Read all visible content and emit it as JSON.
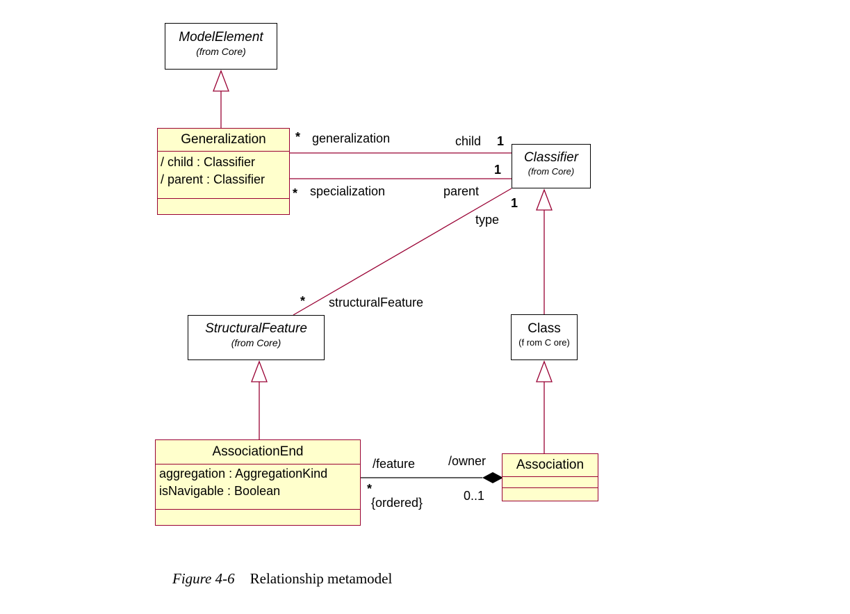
{
  "classes": {
    "model_element": {
      "name": "ModelElement",
      "stereo": "(from Core)"
    },
    "generalization": {
      "name": "Generalization",
      "attributes": [
        "/ child : Classifier",
        "/ parent : Classifier"
      ]
    },
    "classifier": {
      "name": "Classifier",
      "stereo": "(from Core)"
    },
    "structural_feature": {
      "name": "StructuralFeature",
      "stereo": "(from Core)"
    },
    "class": {
      "name": "Class",
      "stereo": "(f rom C ore)"
    },
    "association_end": {
      "name": "AssociationEnd",
      "attributes": [
        "aggregation : AggregationKind",
        "isNavigable : Boolean"
      ]
    },
    "association": {
      "name": "Association"
    }
  },
  "associations": {
    "child": {
      "source_mult": "*",
      "source_role": "generalization",
      "target_role": "child",
      "target_mult": "1"
    },
    "parent": {
      "source_mult": "*",
      "source_role": "specialization",
      "target_role": "parent",
      "target_mult": "1"
    },
    "type": {
      "target_mult": "1",
      "target_role": "type",
      "source_mult": "*",
      "source_role": "structuralFeature"
    },
    "feature": {
      "source_role": "/feature",
      "source_mult": "*",
      "constraint": "{ordered}",
      "target_role": "/owner",
      "target_mult": "0..1"
    }
  },
  "colors": {
    "class_fill": "#ffffcc",
    "line": "#990033",
    "outline": "#000000"
  },
  "caption": {
    "figure": "Figure 4-6",
    "text": "Relationship metamodel"
  }
}
